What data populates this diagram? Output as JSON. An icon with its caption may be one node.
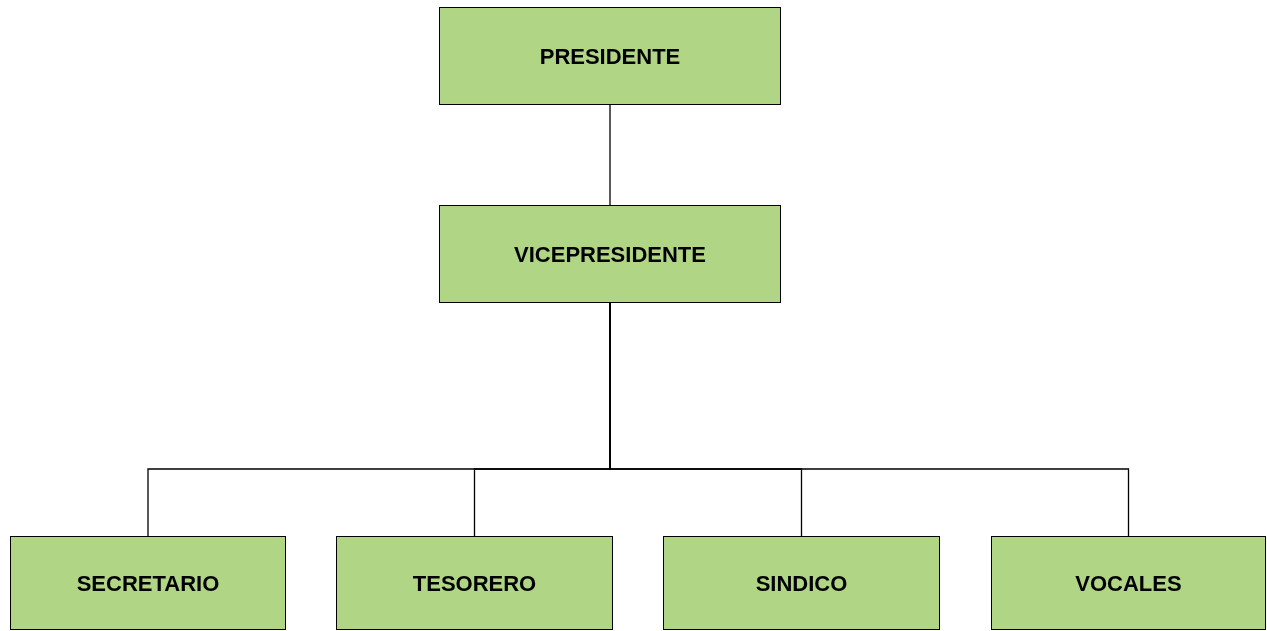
{
  "diagram": {
    "nodes": [
      {
        "text": [
          "PRESIDENTE"
        ]
      },
      {
        "text": [
          "VICEPRESIDENTE"
        ]
      },
      {
        "text": [
          "SECRETARIO"
        ]
      },
      {
        "text": [
          "TESORERO"
        ]
      },
      {
        "text": [
          "SINDICO"
        ]
      },
      {
        "text": [
          "VOCALES"
        ]
      }
    ],
    "edges": [
      {
        "from": 0,
        "to": 1,
        "arrow": "none"
      },
      {
        "from": 1,
        "to": 2,
        "arrow": "none"
      },
      {
        "from": 1,
        "to": 3,
        "arrow": "none"
      },
      {
        "from": 1,
        "to": 4,
        "arrow": "none"
      },
      {
        "from": 1,
        "to": 5,
        "arrow": "none"
      }
    ]
  }
}
